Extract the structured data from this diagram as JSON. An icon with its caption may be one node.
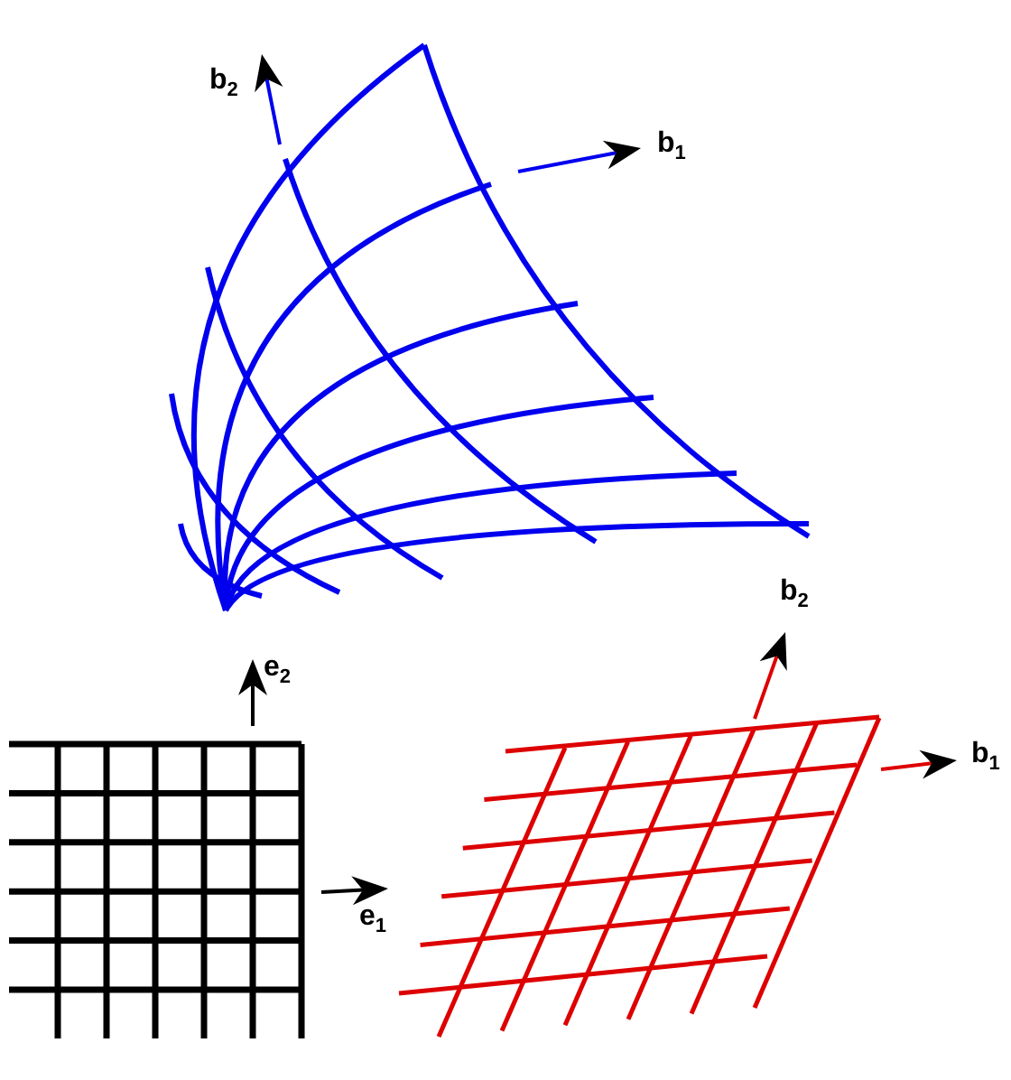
{
  "diagram": {
    "labels": [
      "b$_{2}$",
      "b$_{1}$",
      "e$_{2}$",
      "e$_{1}$",
      "b$_{2}$",
      "b$_{1}$"
    ]
  }
}
